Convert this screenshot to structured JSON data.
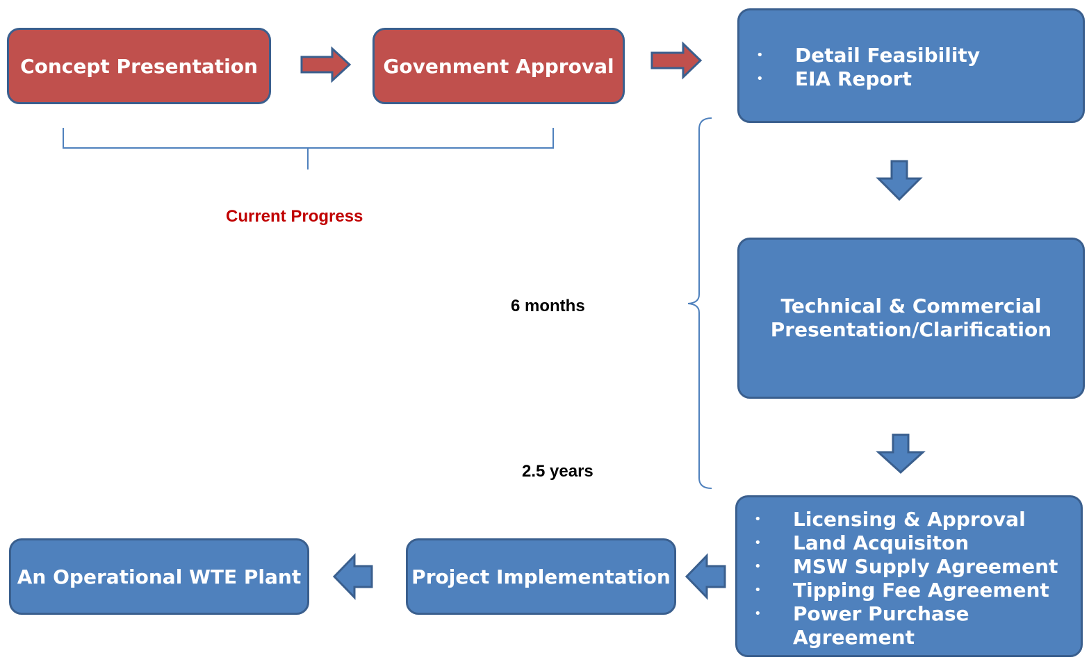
{
  "boxes": {
    "concept": "Concept Presentation",
    "approval": "Govenment Approval",
    "feasibility": [
      "Detail Feasibility",
      "EIA Report"
    ],
    "technical_line1": "Technical & Commercial",
    "technical_line2": "Presentation/Clarification",
    "licensing": [
      "Licensing & Approval",
      "Land Acquisiton",
      "MSW Supply  Agreement",
      "Tipping Fee Agreement",
      "Power Purchase Agreement"
    ],
    "implementation": "Project Implementation",
    "operational": "An Operational WTE Plant"
  },
  "labels": {
    "current_progress": "Current Progress",
    "six_months": "6 months",
    "two_half_years": "2.5 years"
  },
  "bullet_glyph": "•",
  "colors": {
    "red_box": "#c0504d",
    "blue_box": "#4f81bd",
    "border": "#3a5f8e",
    "current_progress_text": "#c00000"
  }
}
